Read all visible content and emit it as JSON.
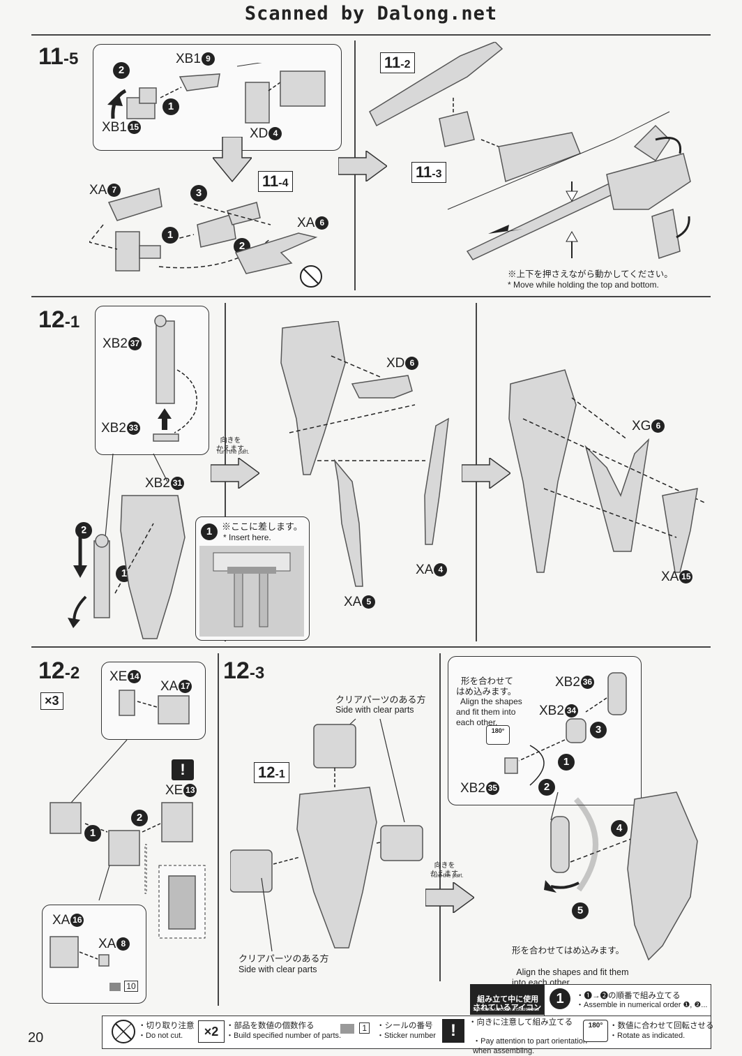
{
  "header": {
    "title": "Scanned by Dalong.net"
  },
  "page_number": "20",
  "s11_5": {
    "step": "11",
    "sub": "-5",
    "xb1_9": {
      "code": "XB1",
      "n": "9"
    },
    "xb1_15": {
      "code": "XB1",
      "n": "15"
    },
    "xd4": {
      "code": "XD",
      "n": "4"
    },
    "xa7": {
      "code": "XA",
      "n": "7"
    },
    "xa6": {
      "code": "XA",
      "n": "6"
    },
    "ref11_4": {
      "a": "11",
      "b": "-4"
    },
    "badges": [
      "2",
      "1",
      "3",
      "1",
      "2"
    ]
  },
  "s11_right": {
    "ref11_2": {
      "a": "11",
      "b": "-2"
    },
    "ref11_3": {
      "a": "11",
      "b": "-3"
    },
    "note_jp": "※上下を押さえながら動かしてください。",
    "note_en": "* Move while holding the top and bottom."
  },
  "s12_1": {
    "step": "12",
    "sub": "-1",
    "xb2_37": {
      "code": "XB2",
      "n": "37"
    },
    "xb2_33": {
      "code": "XB2",
      "n": "33"
    },
    "xb2_31": {
      "code": "XB2",
      "n": "31"
    },
    "insert_jp": "※ここに差します。",
    "insert_en": "* Insert here.",
    "turn_jp": "向きを\nかえます。",
    "turn_en": "Turn the part.",
    "xd6": {
      "code": "XD",
      "n": "6"
    },
    "xa4": {
      "code": "XA",
      "n": "4"
    },
    "xa5": {
      "code": "XA",
      "n": "5"
    },
    "xg6": {
      "code": "XG",
      "n": "6"
    },
    "xa15": {
      "code": "XA",
      "n": "15"
    },
    "badges": [
      "2",
      "1",
      "1"
    ]
  },
  "s12_2": {
    "step": "12",
    "sub": "-2",
    "mult": "×3",
    "xe14": {
      "code": "XE",
      "n": "14"
    },
    "xa17": {
      "code": "XA",
      "n": "17"
    },
    "xe13": {
      "code": "XE",
      "n": "13"
    },
    "xa16": {
      "code": "XA",
      "n": "16"
    },
    "xa8": {
      "code": "XA",
      "n": "8"
    },
    "sticker": "10",
    "badges": [
      "2",
      "1"
    ]
  },
  "s12_3": {
    "step": "12",
    "sub": "-3",
    "ref12_1": {
      "a": "12",
      "b": "-1"
    },
    "clear_jp": "クリアパーツのある方",
    "clear_en": "Side with clear parts",
    "turn_jp": "向きを\nかえます。",
    "turn_en": "Turn the part.",
    "align_jp": "形を合わせて\nはめ込みます。",
    "align_en": "Align the shapes\nand fit them into\neach other.",
    "xb2_36": {
      "code": "XB2",
      "n": "36"
    },
    "xb2_34": {
      "code": "XB2",
      "n": "34"
    },
    "xb2_35": {
      "code": "XB2",
      "n": "35"
    },
    "rot": "180°",
    "align2_jp": "形を合わせてはめ込みます。",
    "align2_en": "Align the shapes and fit them\ninto each other.",
    "badges": [
      "3",
      "1",
      "2",
      "4",
      "5"
    ]
  },
  "legend": {
    "title_jp": "組み立て中に使用\nされているアイコン",
    "title_en": "Symbols used in instructions",
    "order_jp": "・❶→❷の順番で組み立てる",
    "order_en": "・Assemble in numerical order ❶, ❷...",
    "cut_jp": "・切り取り注意",
    "cut_en": "・Do not cut.",
    "x2": "×2",
    "build_jp": "・部品を数値の個数作る",
    "build_en": "・Build specified number of parts.",
    "sticker_n": "1",
    "sticker_jp": "・シールの番号",
    "sticker_en": "・Sticker number",
    "orient_jp": "・向きに注意して組み立てる",
    "orient_en": "・Pay attention to part orientation\n  when assembling.",
    "rot": "180°",
    "rotate_jp": "・数値に合わせて回転させる",
    "rotate_en": "・Rotate as indicated.",
    "badge": "1"
  }
}
